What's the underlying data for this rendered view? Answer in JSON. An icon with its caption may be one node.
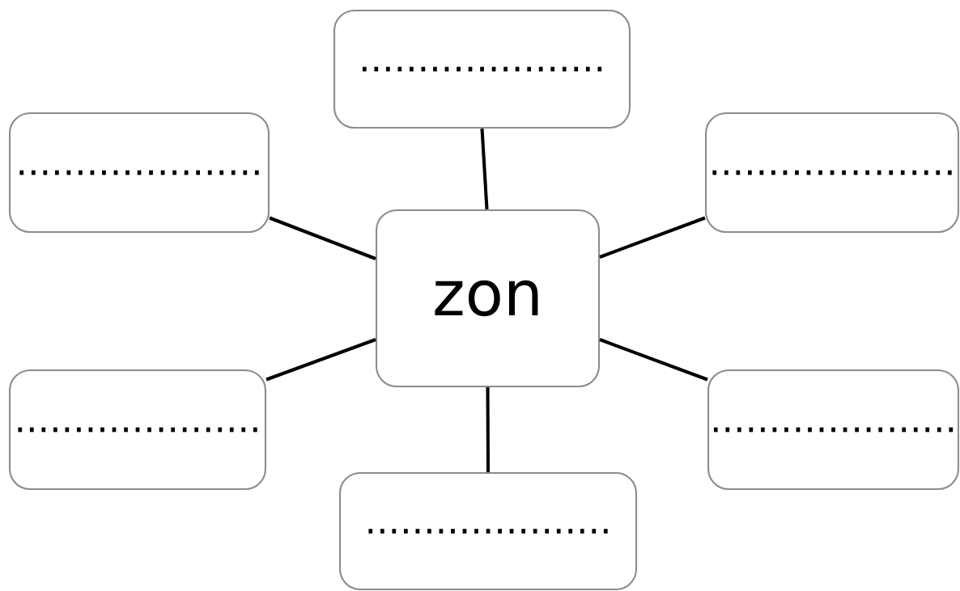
{
  "diagram": {
    "nodes": [
      {
        "text": [
          "....................."
        ]
      },
      {
        "text": [
          "....................."
        ]
      },
      {
        "text": [
          "....................."
        ]
      },
      {
        "text": [
          "zon"
        ]
      },
      {
        "text": [
          "....................."
        ]
      },
      {
        "text": [
          "....................."
        ]
      },
      {
        "text": [
          "....................."
        ]
      }
    ],
    "edges": [
      {
        "from": 3,
        "to": 0,
        "arrow": "none"
      },
      {
        "from": 3,
        "to": 1,
        "arrow": "none"
      },
      {
        "from": 3,
        "to": 2,
        "arrow": "none"
      },
      {
        "from": 3,
        "to": 4,
        "arrow": "none"
      },
      {
        "from": 3,
        "to": 5,
        "arrow": "none"
      },
      {
        "from": 3,
        "to": 6,
        "arrow": "none"
      }
    ]
  }
}
